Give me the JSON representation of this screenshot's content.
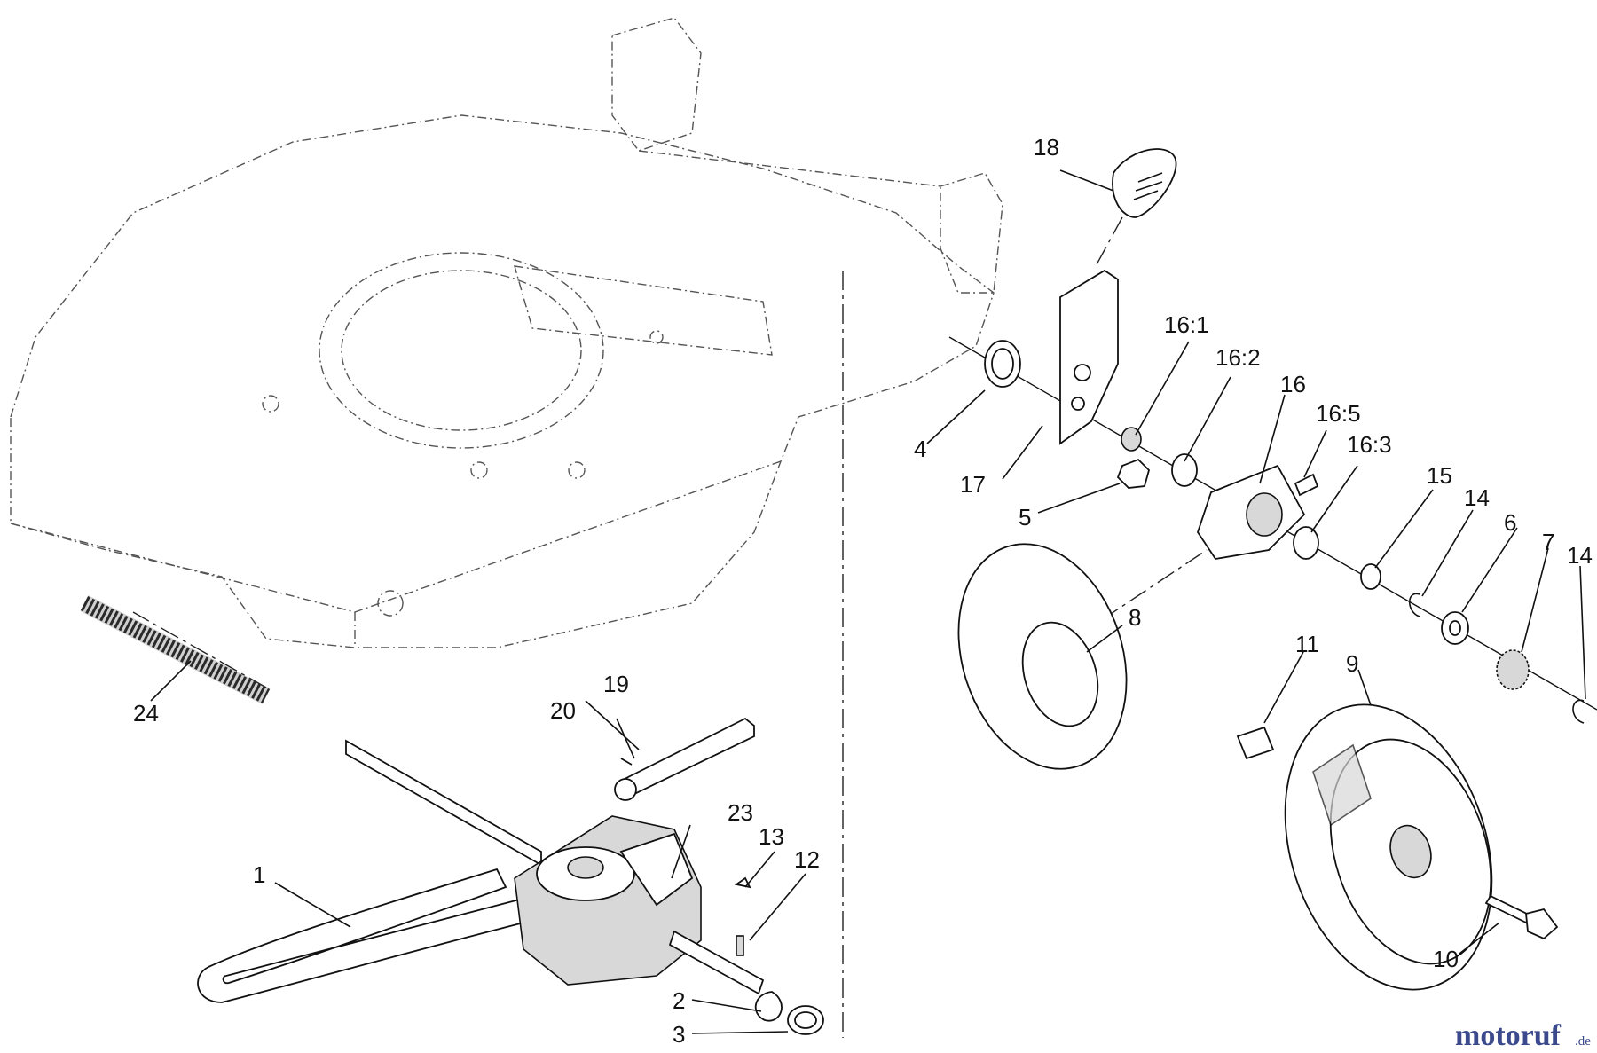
{
  "callouts": {
    "c1": "1",
    "c2": "2",
    "c3": "3",
    "c4": "4",
    "c5": "5",
    "c6": "6",
    "c7": "7",
    "c8": "8",
    "c9": "9",
    "c10": "10",
    "c11": "11",
    "c12": "12",
    "c13": "13",
    "c14a": "14",
    "c14b": "14",
    "c15": "15",
    "c16": "16",
    "c16_1": "16:1",
    "c16_2": "16:2",
    "c16_3": "16:3",
    "c16_5": "16:5",
    "c17": "17",
    "c18": "18",
    "c19": "19",
    "c20": "20",
    "c23": "23",
    "c24": "24"
  },
  "watermark": {
    "brand": "motoruf",
    "tld": ".de",
    "color_main": "#3b4a8c",
    "color_accent": "#e07a1a"
  }
}
